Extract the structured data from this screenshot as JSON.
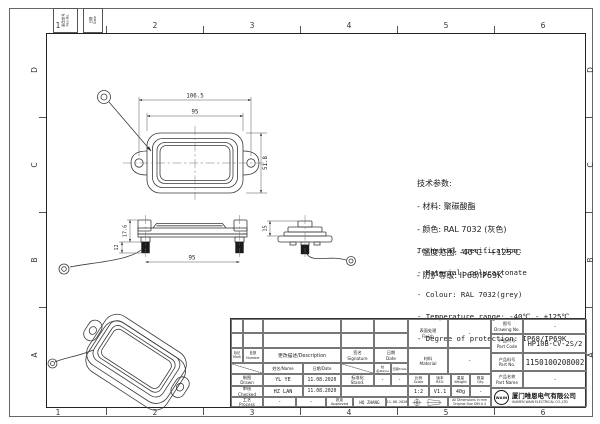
{
  "frame": {
    "top_numbers": [
      "1",
      "2",
      "3",
      "4",
      "5",
      "6"
    ],
    "bottom_numbers": [
      "1",
      "2",
      "3",
      "4",
      "5",
      "6"
    ],
    "left_letters": [
      "D",
      "C",
      "B",
      "A"
    ],
    "right_letters": [
      "D",
      "C",
      "B",
      "A"
    ],
    "rev_strip": {
      "cell1": "更改单号\nRev.No.",
      "cell2": "日期\nDate"
    }
  },
  "views": {
    "top": {
      "dim_overall": "106.5",
      "dim_inner": "95",
      "dim_height": "51.8"
    },
    "side": {
      "dim_h1": "17.6",
      "dim_h2": "12",
      "dim_w": "95"
    },
    "end": {
      "dim_h": "15"
    }
  },
  "specs_cn": {
    "title": "技术参数:",
    "lines": [
      "- 材料: 聚碳酸酯",
      "- 颜色: RAL 7032 (灰色)",
      "- 温度范围: -40℃ - +125℃",
      "- 防护等级: IP68/IP69K"
    ]
  },
  "specs_en": {
    "title": "Technical specification:",
    "lines": [
      "- Material: polycartonate",
      "- Colour: RAL 7032(grey)",
      "- Temperature range: -40℃ - +125℃",
      "- Degree of protection: IP68/IP69K"
    ]
  },
  "title_block": {
    "rev_table": {
      "mark": "标记\nMark",
      "number": "处数\nNumber",
      "description": "更改描述/Description",
      "signature": "签名\nSignature",
      "date": "日期\nDate",
      "name_hdr": "姓名/Name",
      "date_hdr": "日期/Date",
      "drawn": {
        "label": "制图\nDrawn",
        "name": "YL YE",
        "date": "11.08.2020"
      },
      "stand": {
        "label": "标准化\nStand.",
        "name": "-",
        "date": "-"
      },
      "checked": {
        "label": "审核\nChecked",
        "name": "HZ LAN",
        "date": "11.08.2020"
      },
      "process": {
        "label": "工艺\nProcess",
        "name": "-",
        "date": "-"
      },
      "approved": {
        "label": "批准\nApproved",
        "name": "HQ ZHANG",
        "date": "11.08.2020"
      }
    },
    "finish": {
      "label": "表面处理\nFinish",
      "value": "-"
    },
    "material": {
      "label": "材料\nMaterial",
      "value": "-"
    },
    "scale": {
      "label": "比例\nScale",
      "value": "1:2"
    },
    "rev": {
      "label": "版本\nREV.",
      "value": "V1.1"
    },
    "weight": {
      "label": "重量\nWeight",
      "value": "40g"
    },
    "qty": {
      "label": "数量\nQty.",
      "value": "-"
    },
    "dim_note": "All Dimensions in mm\nOriginal Size DIN A 4",
    "drawing_no": {
      "label": "图号\nDrawing No.",
      "value": "-"
    },
    "part_code": {
      "label": "产品代号\nPart Code",
      "value": "HP10B-CV-2S/2"
    },
    "part_no": {
      "label": "产品料号\nPart No.",
      "value": "1150100208002"
    },
    "part_name": {
      "label": "产品名称\nPart Name",
      "value": "-"
    },
    "company": {
      "logo": "WAIN",
      "cn": "厦门唯恩电气有限公司",
      "en": "XIAMEN WAIN ELECTRICAL CO.,LTD"
    }
  }
}
